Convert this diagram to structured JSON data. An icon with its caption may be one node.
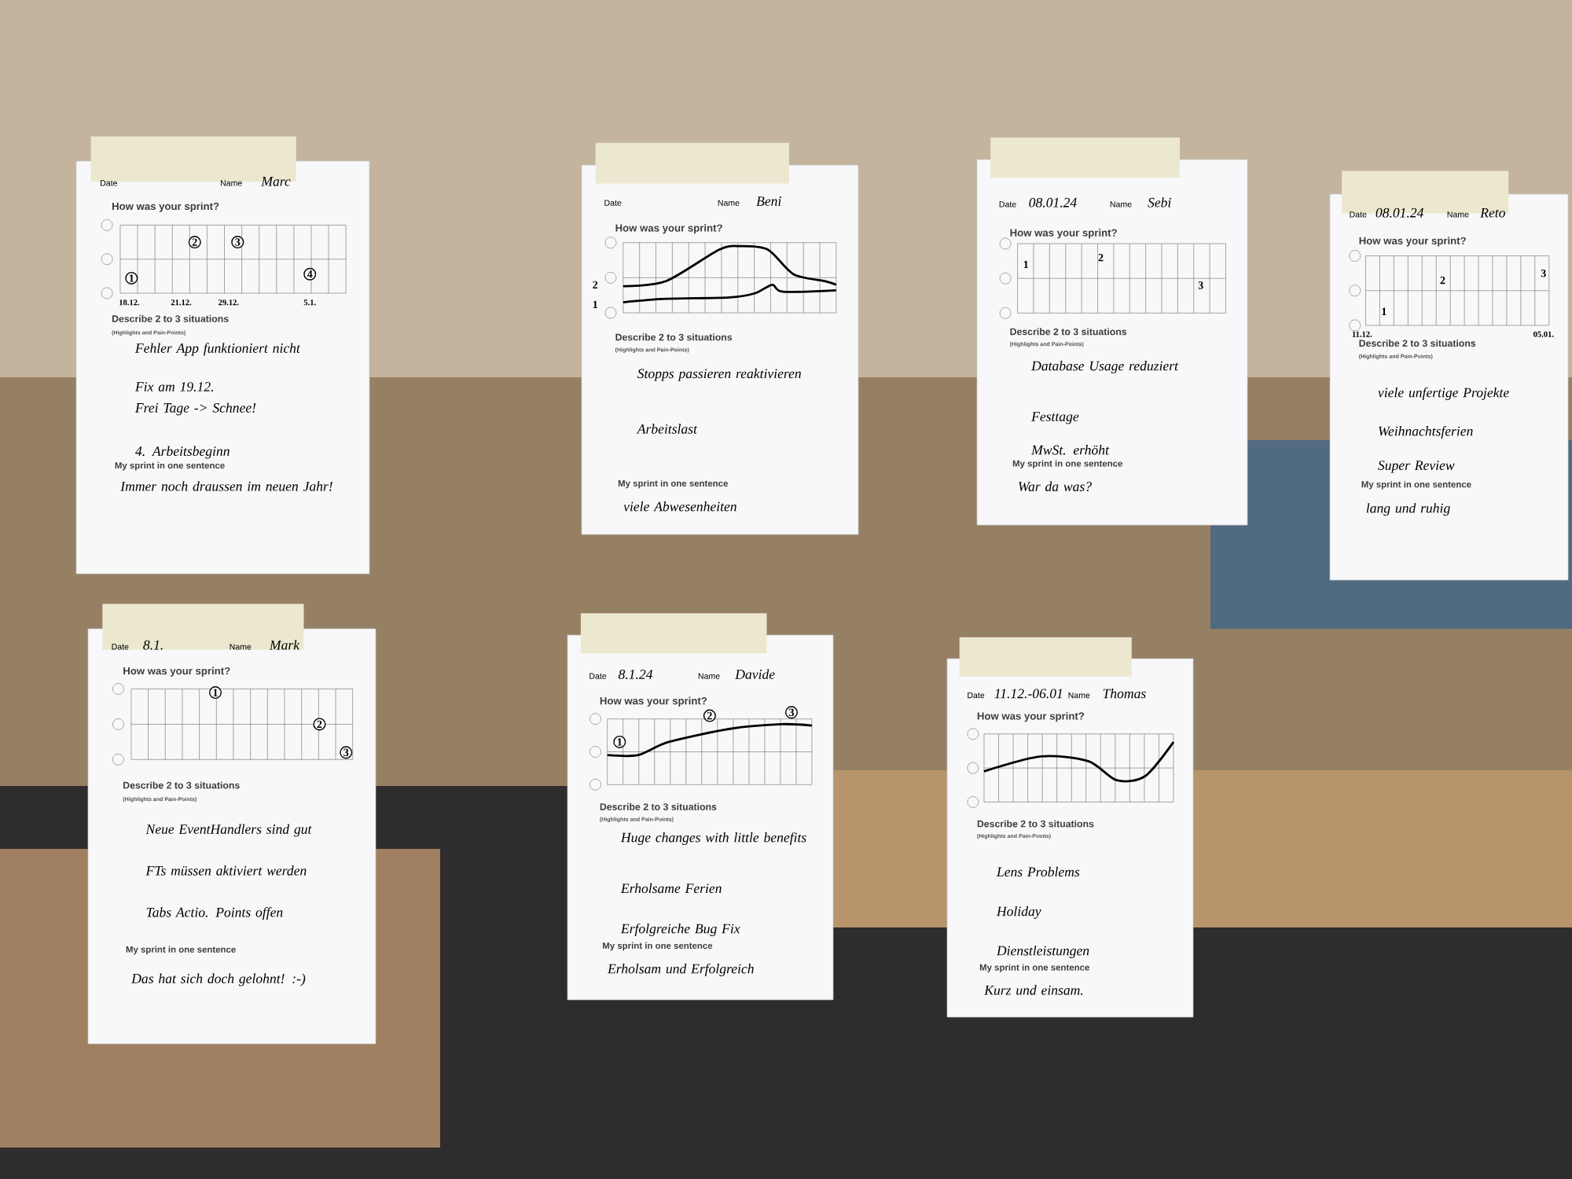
{
  "diagram": {
    "nodes": [
      {
        "text": [
          "Date",
          "Name",
          "Marc",
          "How was your sprint?",
          "1",
          "2",
          "3",
          "4",
          "18.12.",
          "21.12.",
          "29.12.",
          "5.1.",
          "Describe 2 to 3 situations",
          "(Highlights and Pain-Points)",
          "Fehler App funktioniert nicht",
          "Fix am 19.12.",
          "Frei Tage -> Schnee!",
          "4. Arbeitsbeginn",
          "My sprint in one sentence",
          "Immer noch draussen im neuen Jahr!"
        ]
      },
      {
        "text": [
          "Date",
          "Name",
          "Beni",
          "How was your sprint?",
          "2",
          "1",
          "Describe 2 to 3 situations",
          "(Highlights and Pain-Points)",
          "Stopps passieren reaktivieren",
          "Arbeitslast",
          "My sprint in one sentence",
          "viele Abwesenheiten"
        ]
      },
      {
        "text": [
          "Date",
          "08.01.24",
          "Name",
          "Sebi",
          "How was your sprint?",
          "1",
          "2",
          "3",
          "Describe 2 to 3 situations",
          "(Highlights and Pain-Points)",
          "Database Usage reduziert",
          "Festtage",
          "MwSt. erhöht",
          "My sprint in one sentence",
          "War da was?"
        ]
      },
      {
        "text": [
          "Date",
          "08.01.24",
          "Name",
          "Reto",
          "How was your sprint?",
          "1",
          "2",
          "3",
          "11.12.",
          "05.01.",
          "Describe 2 to 3 situations",
          "(Highlights and Pain-Points)",
          "viele unfertige Projekte",
          "Weihnachtsferien",
          "Super Review",
          "My sprint in one sentence",
          "lang und ruhig"
        ]
      },
      {
        "text": [
          "Date",
          "8.1.",
          "Name",
          "Mark",
          "How was your sprint?",
          "1",
          "2",
          "3",
          "Describe 2 to 3 situations",
          "(Highlights and Pain-Points)",
          "Neue EventHandlers sind gut",
          "FTs müssen aktiviert werden",
          "Tabs Actio. Points offen",
          "My sprint in one sentence",
          "Das hat sich doch gelohnt! :-)"
        ]
      },
      {
        "text": [
          "Date",
          "8.1.24",
          "Name",
          "Davide",
          "How was your sprint?",
          "1",
          "2",
          "3",
          "Describe 2 to 3 situations",
          "(Highlights and Pain-Points)",
          "Huge changes with little benefits",
          "Erholsame Ferien",
          "Erfolgreiche Bug Fix",
          "My sprint in one sentence",
          "Erholsam und Erfolgreich"
        ]
      },
      {
        "text": [
          "Date",
          "11.12.-06.01",
          "Name",
          "Thomas",
          "How was your sprint?",
          "Describe 2 to 3 situations",
          "(Highlights and Pain-Points)",
          "Lens Problems",
          "Holiday",
          "Dienstleistungen",
          "My sprint in one sentence",
          "Kurz und einsam."
        ]
      }
    ]
  }
}
